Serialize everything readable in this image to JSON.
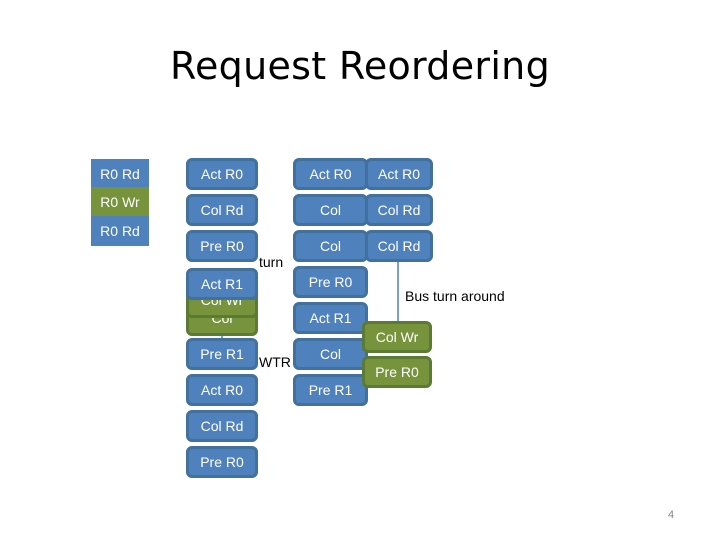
{
  "title": "Request Reordering",
  "colors": {
    "rd": "#4f81bd",
    "wr": "#77933c",
    "border": "#41719c",
    "connector": "#4f81bd"
  },
  "requests": [
    "R0 Rd",
    "R0 Wr",
    "R0 Rd"
  ],
  "col1": {
    "act_r0": "Act R0",
    "col_rd": "Col Rd",
    "pre_r0": "Pre R0",
    "turn_note": "turn",
    "col_wr_hidden": "Col Wr",
    "col_hidden": "Col",
    "act_r1": "Act R1",
    "pre_r1": "Pre R1",
    "wtr_note": "WTR",
    "act_r0_2": "Act R0",
    "col_rd_2": "Col Rd",
    "pre_r0_2": "Pre R0"
  },
  "col2": {
    "act_r0": "Act R0",
    "col_a": "Col",
    "col_b": "Col",
    "pre_r0": "Pre R0",
    "act_r1": "Act R1",
    "col_c": "Col",
    "pre_r1": "Pre R1"
  },
  "col3": {
    "act_r0": "Act R0",
    "col_rd_a": "Col Rd",
    "col_rd_b": "Col Rd",
    "bus_turn_note": "Bus turn around",
    "col_wr": "Col Wr",
    "pre_r0": "Pre R0"
  },
  "slide_number": "4"
}
